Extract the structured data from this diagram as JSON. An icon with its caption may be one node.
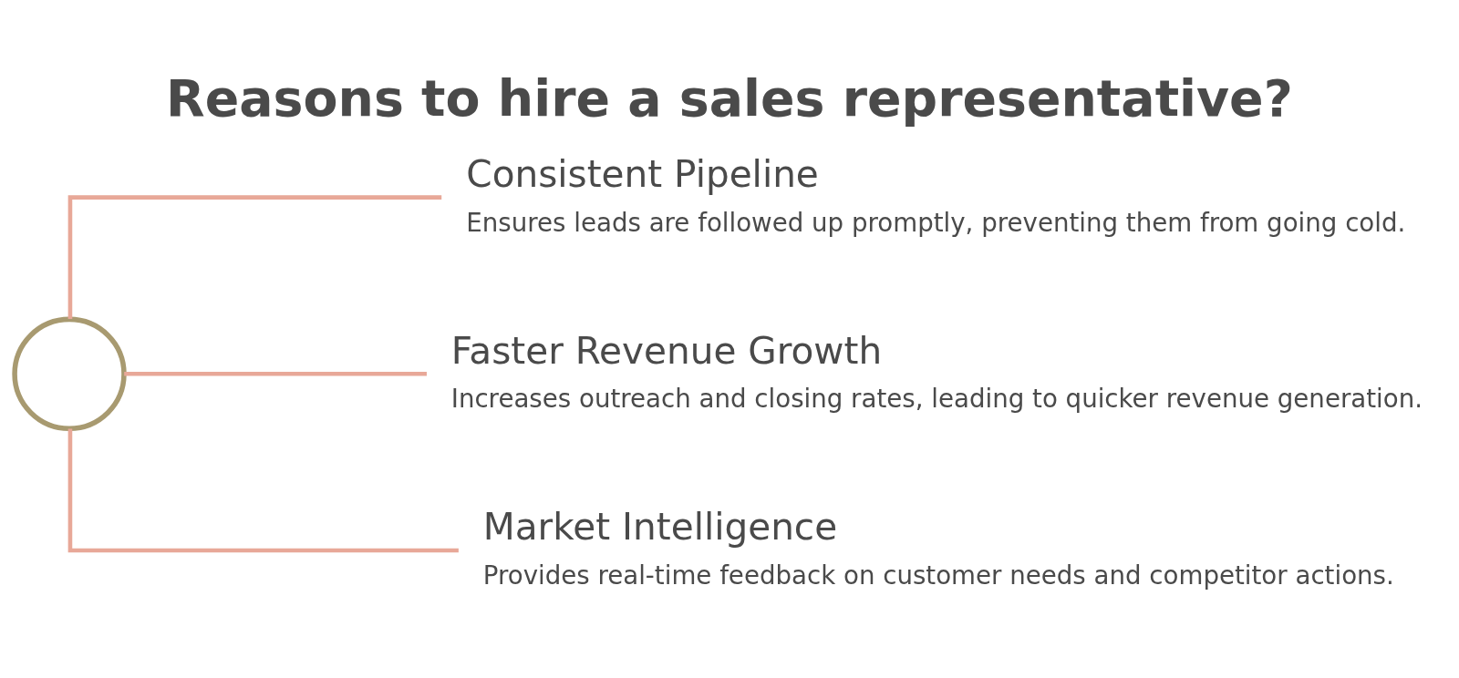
{
  "diagram": {
    "title": "Reasons to hire a sales representative?",
    "nodes": [
      {
        "text": [],
        "shape": "circle"
      },
      {
        "text": [
          "Consistent Pipeline",
          "Ensures leads are followed up promptly, preventing them from going cold."
        ]
      },
      {
        "text": [
          "Faster Revenue Growth",
          "Increases outreach and closing rates, leading to quicker revenue generation."
        ]
      },
      {
        "text": [
          "Market Intelligence",
          "Provides real-time feedback on customer needs and competitor actions."
        ]
      }
    ],
    "edges": [
      {
        "from": 0,
        "to": 1,
        "arrow": "none"
      },
      {
        "from": 0,
        "to": 2,
        "arrow": "none"
      },
      {
        "from": 0,
        "to": 3,
        "arrow": "none"
      }
    ]
  }
}
